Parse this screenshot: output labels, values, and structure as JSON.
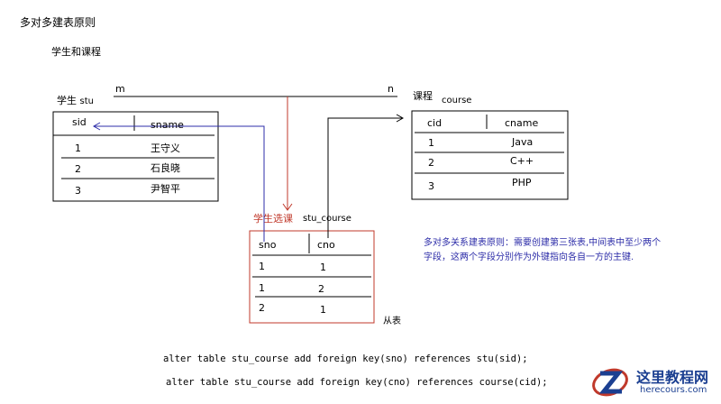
{
  "title": "多对多建表原则",
  "subtitle": "学生和课程",
  "relation": {
    "m": "m",
    "n": "n"
  },
  "stu": {
    "label": "学生",
    "name": "stu",
    "headers": [
      "sid",
      "sname"
    ],
    "rows": [
      [
        "1",
        "王守义"
      ],
      [
        "2",
        "石良晓"
      ],
      [
        "3",
        "尹智平"
      ]
    ]
  },
  "course": {
    "label": "课程",
    "name": "course",
    "headers": [
      "cid",
      "cname"
    ],
    "rows": [
      [
        "1",
        "Java"
      ],
      [
        "2",
        "C++"
      ],
      [
        "3",
        "PHP"
      ]
    ]
  },
  "stu_course": {
    "label": "学生选课",
    "name": "stu_course",
    "headers": [
      "sno",
      "cno"
    ],
    "rows": [
      [
        "1",
        "1"
      ],
      [
        "1",
        "2"
      ],
      [
        "2",
        "1"
      ]
    ],
    "side_label": "从表"
  },
  "principle": {
    "line1": "多对多关系建表原则：需要创建第三张表,中间表中至少两个",
    "line2": "字段，这两个字段分别作为外键指向各自一方的主键."
  },
  "sql": [
    "alter table stu_course add foreign key(sno) references stu(sid);",
    "alter table stu_course add foreign key(cno) references course(cid);"
  ],
  "logo": {
    "text": "这里教程网",
    "domain": "herecours.com"
  },
  "colors": {
    "red": "#c0392b",
    "blue": "#2c2ca8",
    "line": "#000000"
  }
}
